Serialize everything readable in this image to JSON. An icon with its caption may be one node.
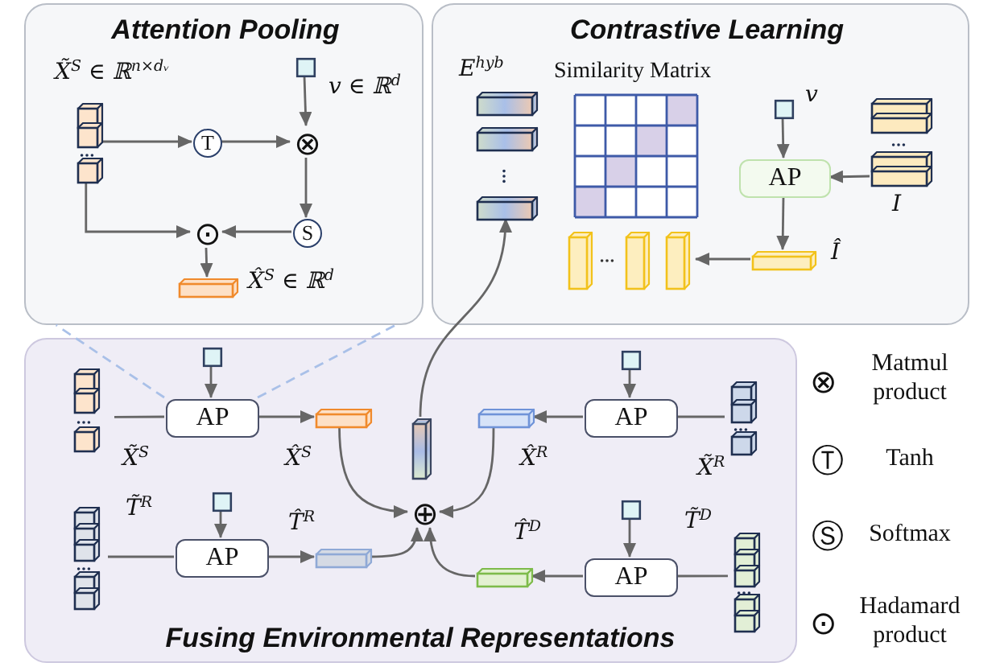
{
  "diagram": {
    "nodes": [
      {
        "text": [
          "Attention Pooling"
        ]
      },
      {
        "text": [
          "Contrastive Learning"
        ]
      },
      {
        "text": [
          "Fusing Environmental Representations"
        ]
      },
      {
        "text": [],
        "shape": "stack",
        "in": 0,
        "beside": [
          "X̃$^{S}$ ∈ ℝ$^{n×dᵥ}$"
        ]
      },
      {
        "text": [],
        "shape": "box",
        "in": 0,
        "beside": [
          "v ∈ ℝ$^{d}$"
        ]
      },
      {
        "text": [
          "T"
        ],
        "in": 0
      },
      {
        "text": [
          "⊗"
        ],
        "in": 0
      },
      {
        "text": [
          "S"
        ],
        "in": 0
      },
      {
        "text": [
          "⊙"
        ],
        "in": 0
      },
      {
        "text": [],
        "shape": "bar",
        "in": 0,
        "beside": [
          "X̂$^{S}$ ∈ ℝ$^{d}$"
        ]
      },
      {
        "text": [],
        "shape": "stack",
        "in": 1,
        "beside": [
          "E$^{hyb}$"
        ]
      },
      {
        "text": [
          "Similarity Matrix"
        ],
        "in": 1
      },
      {
        "text": [],
        "shape": "box",
        "in": 1,
        "beside": [
          "v"
        ]
      },
      {
        "text": [
          "AP"
        ],
        "in": 1
      },
      {
        "text": [],
        "shape": "stack",
        "in": 1,
        "beside": [
          "I"
        ]
      },
      {
        "text": [],
        "shape": "bar",
        "in": 1,
        "beside": [
          "Î"
        ]
      },
      {
        "text": [],
        "shape": "bar",
        "in": 1
      },
      {
        "text": [],
        "shape": "box",
        "in": 2
      },
      {
        "text": [
          "AP"
        ],
        "in": 2
      },
      {
        "text": [],
        "shape": "stack",
        "in": 2,
        "beside": [
          "X̃$^{S}$"
        ]
      },
      {
        "text": [],
        "shape": "bar",
        "in": 2,
        "beside": [
          "X̂$^{S}$"
        ]
      },
      {
        "text": [],
        "shape": "box",
        "in": 2
      },
      {
        "text": [
          "AP"
        ],
        "in": 2
      },
      {
        "text": [],
        "shape": "stack",
        "in": 2,
        "beside": [
          "X̃$^{R}$"
        ]
      },
      {
        "text": [],
        "shape": "bar",
        "in": 2,
        "beside": [
          "X̂$^{R}$"
        ]
      },
      {
        "text": [],
        "shape": "stack",
        "in": 2,
        "beside": [
          "T̃$^{R}$"
        ]
      },
      {
        "text": [],
        "shape": "box",
        "in": 2
      },
      {
        "text": [
          "AP"
        ],
        "in": 2
      },
      {
        "text": [],
        "shape": "bar",
        "in": 2,
        "beside": [
          "T̂$^{R}$"
        ]
      },
      {
        "text": [],
        "shape": "stack",
        "in": 2,
        "beside": [
          "T̃$^{D}$"
        ]
      },
      {
        "text": [],
        "shape": "box",
        "in": 2
      },
      {
        "text": [
          "AP"
        ],
        "in": 2
      },
      {
        "text": [],
        "shape": "bar",
        "in": 2,
        "beside": [
          "T̂$^{D}$"
        ]
      },
      {
        "text": [
          "⊕"
        ],
        "in": 2
      },
      {
        "text": [],
        "shape": "bar",
        "in": 2
      }
    ],
    "edges": [
      {
        "from": 3,
        "to": 5,
        "arrow": "to"
      },
      {
        "from": 5,
        "to": 6,
        "arrow": "to"
      },
      {
        "from": 4,
        "to": 6,
        "arrow": "to"
      },
      {
        "from": 6,
        "to": 7,
        "arrow": "to"
      },
      {
        "from": 7,
        "to": 8,
        "arrow": "to"
      },
      {
        "from": 3,
        "to": 8,
        "arrow": "to"
      },
      {
        "from": 8,
        "to": 9,
        "arrow": "to"
      },
      {
        "from": 12,
        "to": 13,
        "arrow": "to"
      },
      {
        "from": 14,
        "to": 13,
        "arrow": "to"
      },
      {
        "from": 13,
        "to": 15,
        "arrow": "to"
      },
      {
        "from": 15,
        "to": 16,
        "arrow": "to"
      },
      {
        "from": 17,
        "to": 18,
        "arrow": "to"
      },
      {
        "from": 19,
        "to": 18,
        "arrow": "none"
      },
      {
        "from": 18,
        "to": 20,
        "arrow": "to"
      },
      {
        "from": 20,
        "to": 33,
        "arrow": "to"
      },
      {
        "from": 21,
        "to": 22,
        "arrow": "to"
      },
      {
        "from": 23,
        "to": 22,
        "arrow": "none"
      },
      {
        "from": 22,
        "to": 24,
        "arrow": "to"
      },
      {
        "from": 24,
        "to": 33,
        "arrow": "to"
      },
      {
        "from": 26,
        "to": 27,
        "arrow": "to"
      },
      {
        "from": 25,
        "to": 27,
        "arrow": "none"
      },
      {
        "from": 27,
        "to": 28,
        "arrow": "to"
      },
      {
        "from": 28,
        "to": 33,
        "arrow": "to"
      },
      {
        "from": 30,
        "to": 31,
        "arrow": "to"
      },
      {
        "from": 29,
        "to": 31,
        "arrow": "none"
      },
      {
        "from": 31,
        "to": 32,
        "arrow": "to"
      },
      {
        "from": 32,
        "to": 33,
        "arrow": "to"
      },
      {
        "from": 34,
        "to": 10,
        "arrow": "to"
      },
      {
        "from": 18,
        "to": 0,
        "arrow": "none",
        "style": "dashed",
        "color": "#a9c0e8"
      },
      {
        "from": 18,
        "to": 0,
        "arrow": "none",
        "style": "dashed",
        "color": "#a9c0e8"
      }
    ],
    "labels": [
      "⊗",
      "Matmul product",
      "Ⓣ",
      "Tanh",
      "Ⓢ",
      "Softmax",
      "⊙",
      "Hadamard product"
    ]
  }
}
